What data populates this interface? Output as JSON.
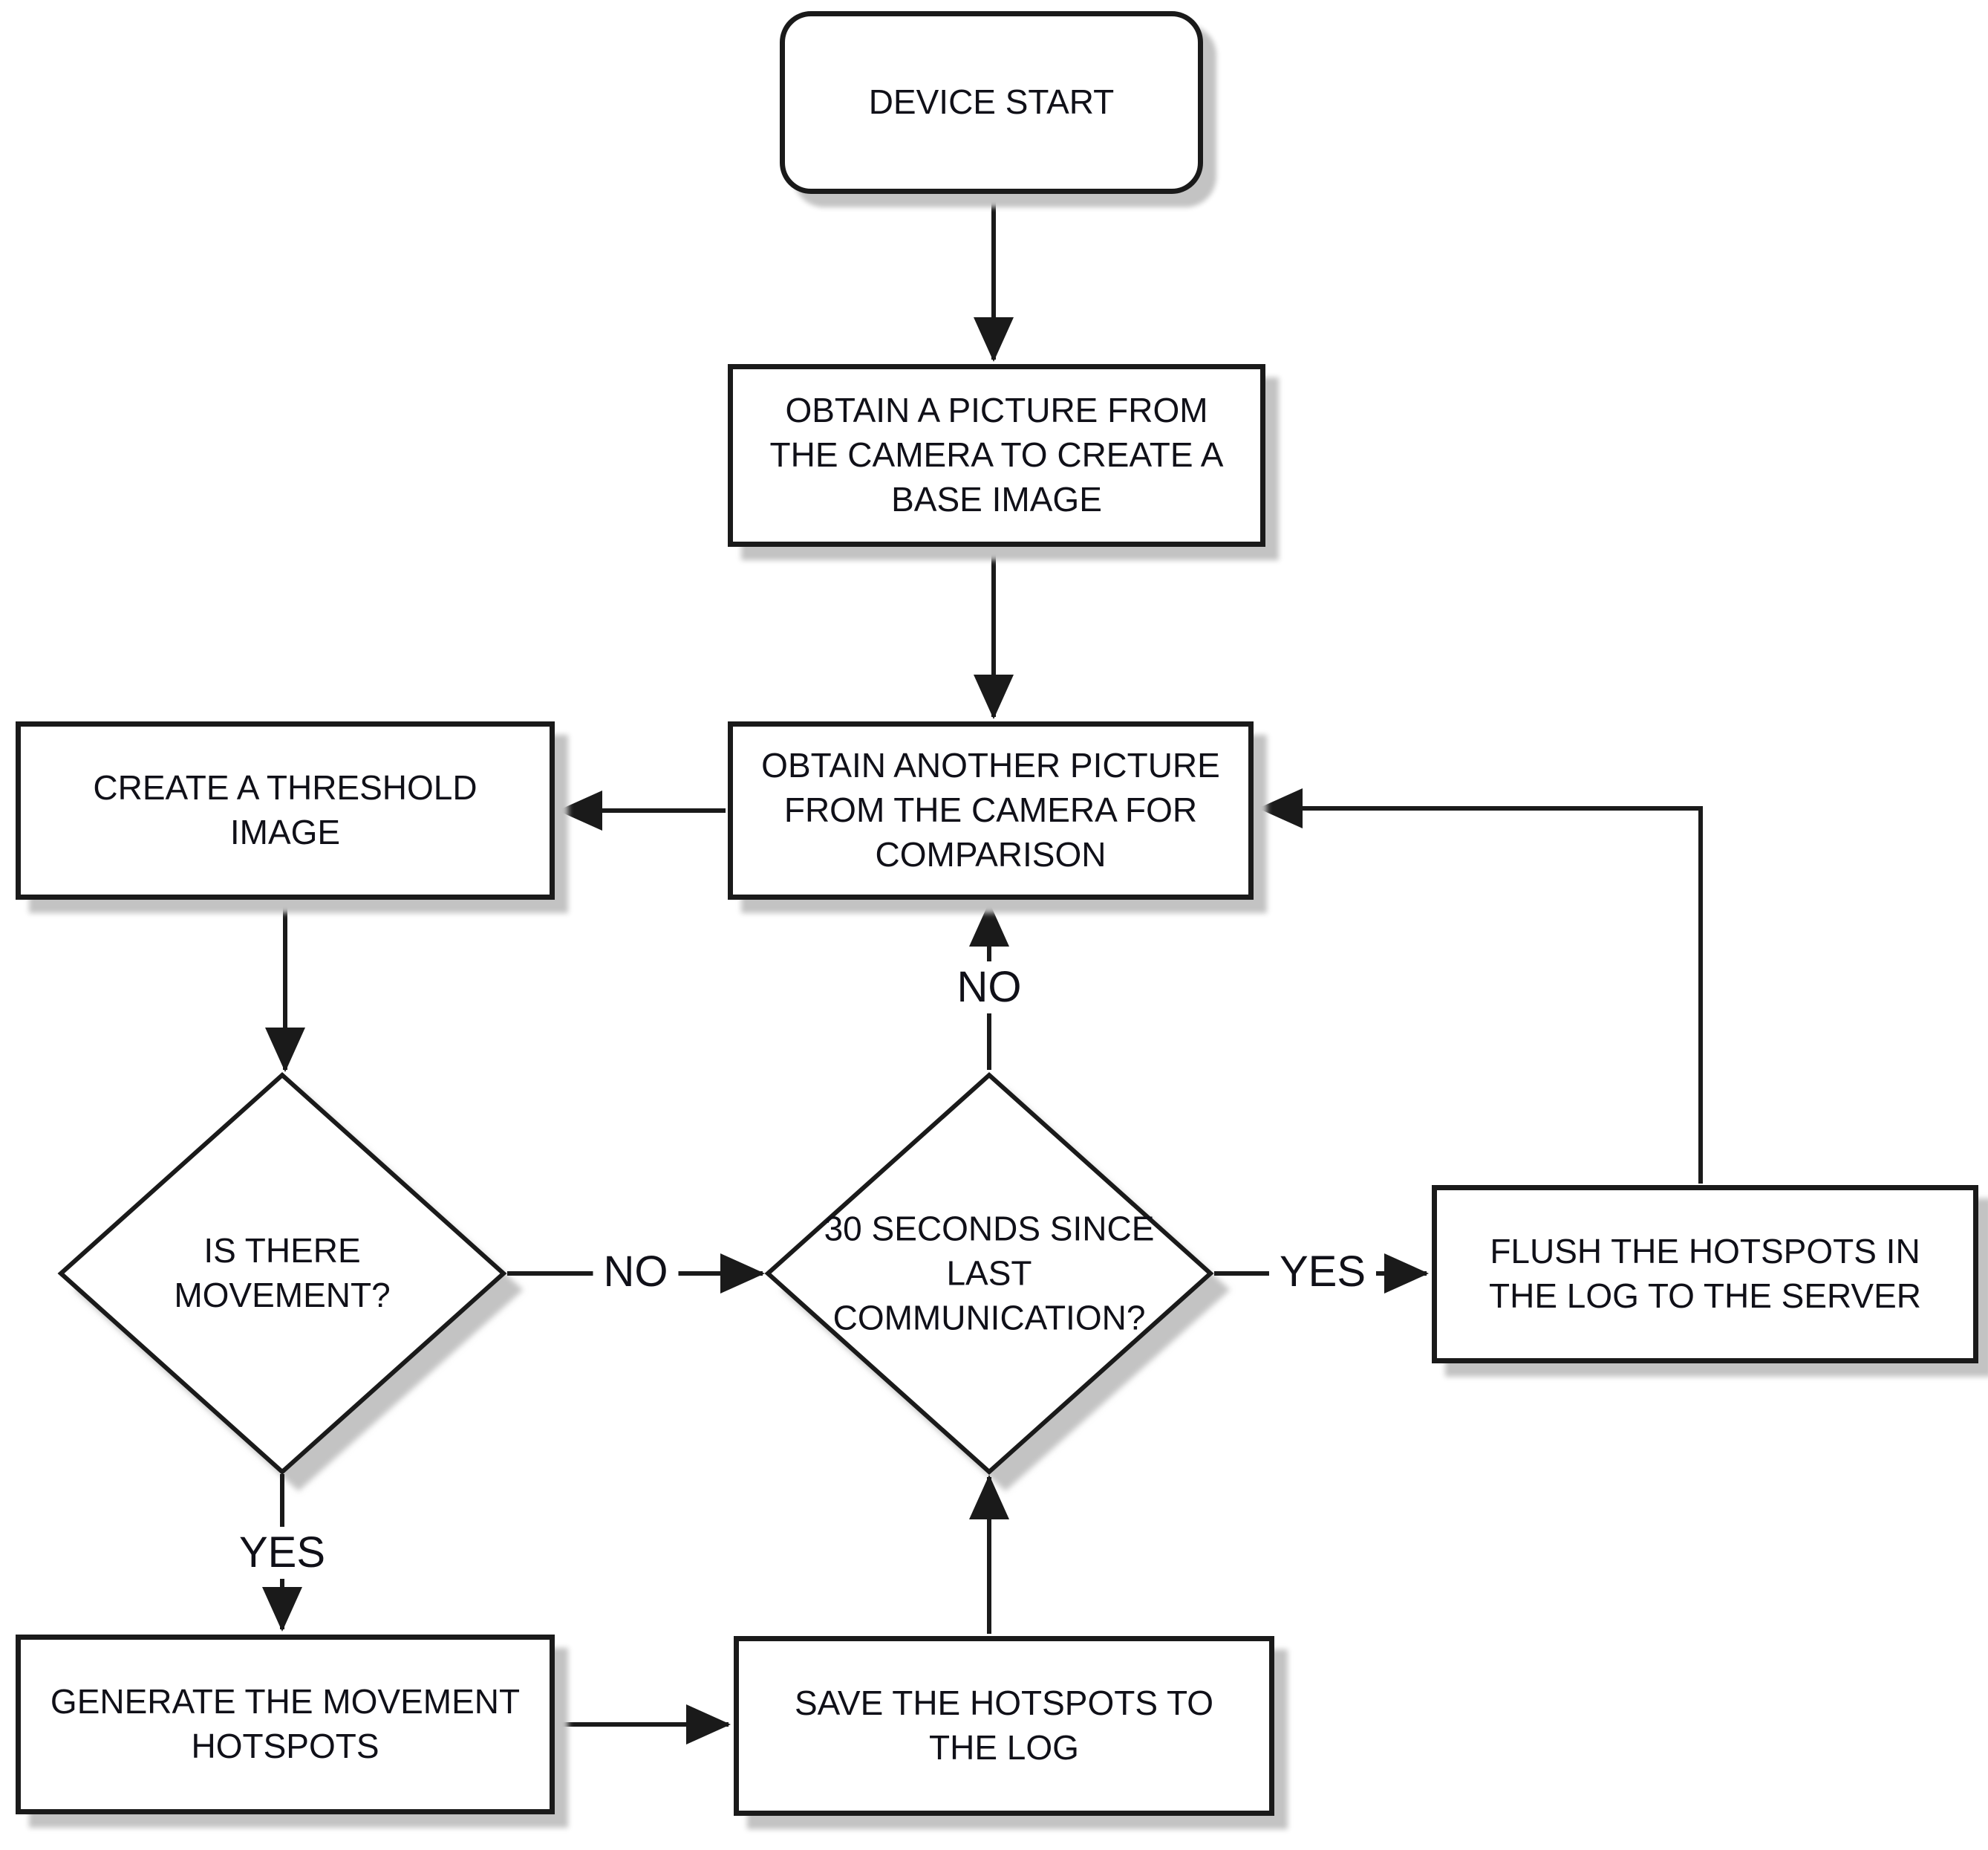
{
  "diagram": {
    "type": "flowchart",
    "background_color": "#ffffff",
    "line_color": "#1a1a1a",
    "shadow_color": "#c3c3c3",
    "text_color": "#101018",
    "nodes": {
      "start": {
        "shape": "rounded-rectangle",
        "label": "DEVICE START"
      },
      "obtain_base": {
        "shape": "rectangle",
        "label": "OBTAIN A PICTURE FROM THE CAMERA TO CREATE A BASE IMAGE"
      },
      "obtain_compare": {
        "shape": "rectangle",
        "label": "OBTAIN ANOTHER PICTURE FROM THE CAMERA FOR COMPARISON"
      },
      "threshold": {
        "shape": "rectangle",
        "label": "CREATE A THRESHOLD IMAGE"
      },
      "movement": {
        "shape": "diamond",
        "label": "IS THERE MOVEMENT?"
      },
      "timer": {
        "shape": "diamond",
        "label": "30 SECONDS SINCE LAST COMMUNICATION?"
      },
      "flush": {
        "shape": "rectangle",
        "label": "FLUSH THE HOTSPOTS IN THE LOG TO THE SERVER"
      },
      "generate": {
        "shape": "rectangle",
        "label": "GENERATE THE MOVEMENT HOTSPOTS"
      },
      "save": {
        "shape": "rectangle",
        "label": "SAVE THE HOTSPOTS TO THE LOG"
      }
    },
    "edge_labels": {
      "movement_no": "NO",
      "movement_yes": "YES",
      "timer_no": "NO",
      "timer_yes": "YES"
    }
  }
}
